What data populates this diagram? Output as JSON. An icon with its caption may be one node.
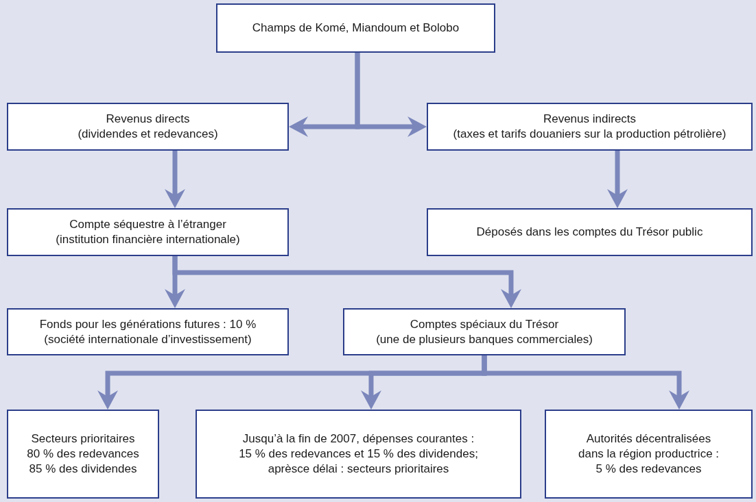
{
  "diagram": {
    "nodes": [
      {
        "text": [
          "Champs de Komé, Miandoum et Bolobo"
        ]
      },
      {
        "text": [
          "Revenus directs",
          "(dividendes et redevances)"
        ]
      },
      {
        "text": [
          "Revenus indirects",
          "(taxes et tarifs douaniers sur la production pétrolière)"
        ]
      },
      {
        "text": [
          "Compte séquestre à l’étranger",
          "(institution financière internationale)"
        ]
      },
      {
        "text": [
          "Déposés dans les comptes du Trésor public"
        ]
      },
      {
        "text": [
          "Fonds pour les générations futures : 10 %",
          "(société internationale d’investissement)"
        ]
      },
      {
        "text": [
          "Comptes spéciaux du Trésor",
          "(une de plusieurs banques commerciales)"
        ]
      },
      {
        "text": [
          "Secteurs prioritaires",
          "80 % des redevances",
          "85 % des dividendes"
        ]
      },
      {
        "text": [
          "Jusqu’à la fin de 2007, dépenses courantes :",
          "15 % des redevances et 15 % des dividendes;",
          "aprèsce délai : secteurs prioritaires"
        ]
      },
      {
        "text": [
          "Autorités décentralisées",
          "dans la région productrice :",
          "5 % des redevances"
        ]
      }
    ],
    "edges": [
      {
        "from": 0,
        "to": 1,
        "arrow": "to"
      },
      {
        "from": 0,
        "to": 2,
        "arrow": "to"
      },
      {
        "from": 1,
        "to": 3,
        "arrow": "to"
      },
      {
        "from": 2,
        "to": 4,
        "arrow": "to"
      },
      {
        "from": 3,
        "to": 5,
        "arrow": "to"
      },
      {
        "from": 3,
        "to": 6,
        "arrow": "to"
      },
      {
        "from": 6,
        "to": 7,
        "arrow": "to"
      },
      {
        "from": 6,
        "to": 8,
        "arrow": "to"
      },
      {
        "from": 6,
        "to": 9,
        "arrow": "to"
      }
    ]
  }
}
